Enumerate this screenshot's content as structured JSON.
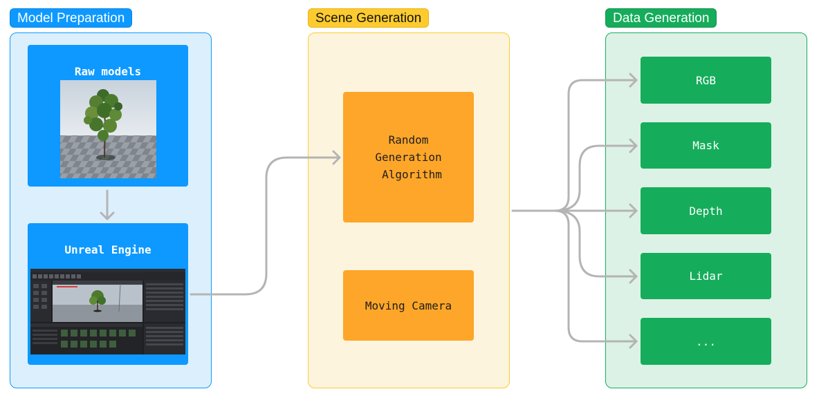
{
  "stages": {
    "model_preparation": {
      "label": "Model Preparation",
      "color": "#0d99ff",
      "panel_color": "#dceffc"
    },
    "scene_generation": {
      "label": "Scene Generation",
      "color": "#fdcb2e",
      "panel_color": "#fdf4dd"
    },
    "data_generation": {
      "label": "Data Generation",
      "color": "#15ad5b",
      "panel_color": "#ddf2e6"
    }
  },
  "model_prep": {
    "raw_models_title": "Raw models",
    "unreal_engine_title": "Unreal Engine"
  },
  "scene": {
    "random_line1": "Random",
    "random_line2": "Generation",
    "random_line3": "Algorithm",
    "moving_camera": "Moving Camera"
  },
  "outputs": [
    "RGB",
    "Mask",
    "Depth",
    "Lidar",
    "..."
  ]
}
